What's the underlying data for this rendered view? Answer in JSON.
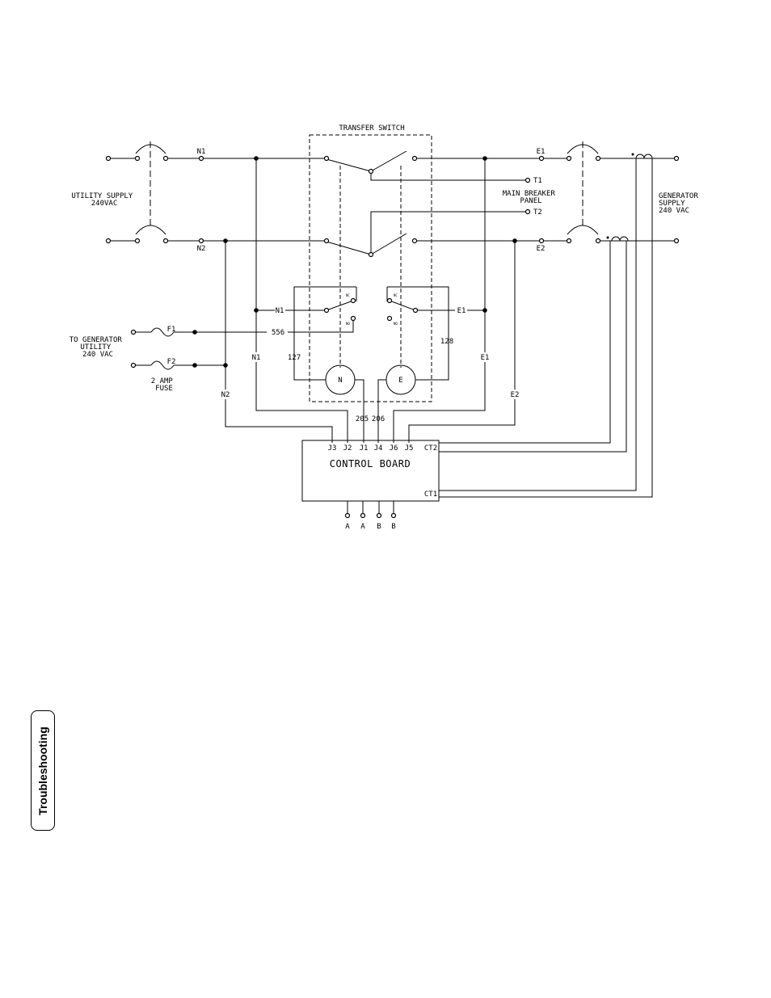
{
  "diagram": {
    "transfer_switch_label": "TRANSFER SWITCH",
    "utility_supply": [
      "UTILITY SUPPLY",
      "240VAC"
    ],
    "main_breaker_panel": [
      "MAIN BREAKER",
      "PANEL"
    ],
    "generator_supply": [
      "GENERATOR",
      "SUPPLY",
      "240 VAC"
    ],
    "to_generator_utility": [
      "TO GENERATOR",
      "UTILITY",
      "240 VAC"
    ],
    "fuse_label": [
      "2 AMP",
      "FUSE"
    ],
    "fuses": [
      "F1",
      "F2"
    ],
    "lines": {
      "n1": "N1",
      "n2": "N2",
      "e1": "E1",
      "e2": "E2",
      "t1": "T1",
      "t2": "T2"
    },
    "wires": {
      "w556": "556",
      "w127": "127",
      "w128": "128",
      "w205": "205",
      "w206": "206"
    },
    "contacts": {
      "nc": "NC",
      "no": "NO"
    },
    "coils": {
      "normal": "N",
      "emergency": "E"
    },
    "control_board": {
      "title": "CONTROL BOARD",
      "terminals": [
        "J3",
        "J2",
        "J1",
        "J4",
        "J6",
        "J5",
        "CT2"
      ],
      "ct1": "CT1",
      "outputs": [
        "A",
        "A",
        "B",
        "B"
      ]
    }
  },
  "sidebar": {
    "tab_label": "Troubleshooting"
  }
}
